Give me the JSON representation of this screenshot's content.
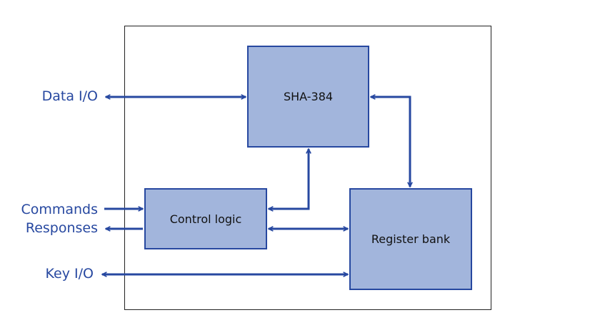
{
  "blocks": {
    "sha": "SHA-384",
    "control": "Control logic",
    "register": "Register bank"
  },
  "external": {
    "data_io": "Data I/O",
    "commands": "Commands",
    "responses": "Responses",
    "key_io": "Key I/O"
  },
  "colors": {
    "block_fill": "#a2b5dc",
    "block_border": "#2748a0",
    "wire": "#2748a0",
    "label": "#2748a0",
    "frame": "#222222"
  }
}
